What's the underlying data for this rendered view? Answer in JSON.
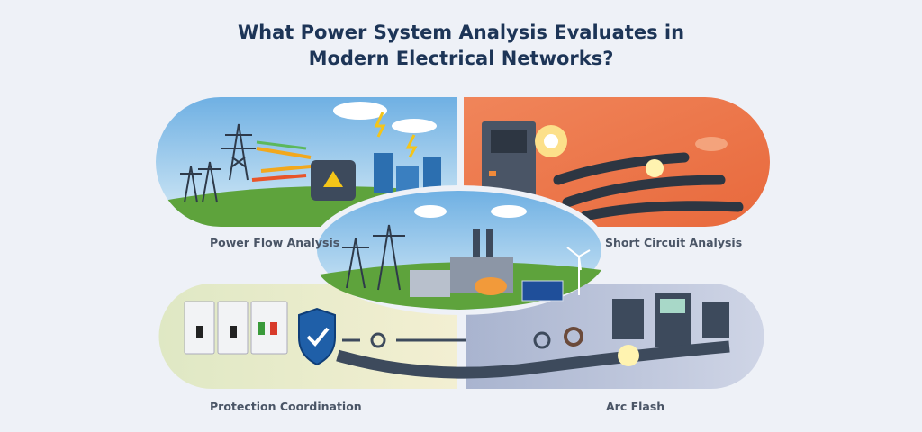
{
  "title_line1": "What Power System Analysis Evaluates in",
  "title_line2": "Modern Electrical Networks?",
  "panels": [
    {
      "label": "Power Flow Analysis",
      "background": "#8fc3e8"
    },
    {
      "label": "Short Circuit Analysis",
      "background": "#ef7a4e"
    },
    {
      "label": "Protection Coordination",
      "background": "#e9ecc9"
    },
    {
      "label": "Arc Flash",
      "background": "#b9c2da"
    }
  ],
  "colors": {
    "title": "#1d3557",
    "page_background": "#eef1f7",
    "shield": "#1f5fa8"
  }
}
